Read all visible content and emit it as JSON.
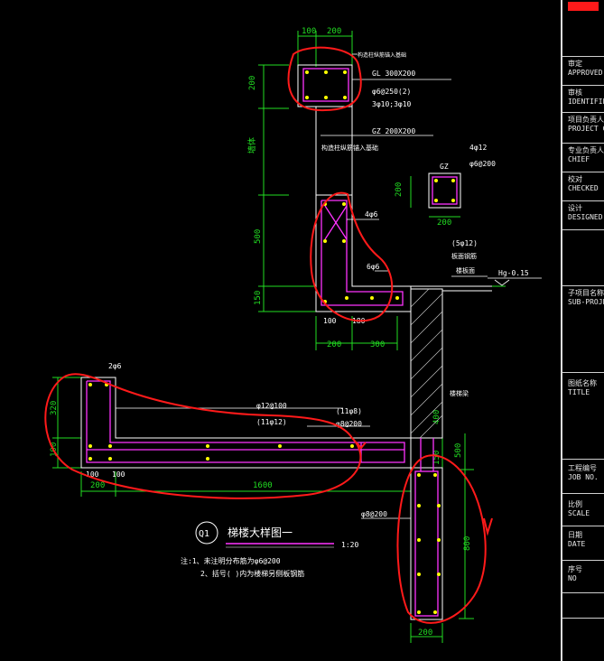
{
  "top": {
    "dim_100": "100",
    "dim_200": "200",
    "gl_label": "GL 300X200",
    "gl_stirrup": "φ6@250(2)",
    "gl_bars": "3φ10;3φ10",
    "dim_200_left": "200",
    "gz_label": "GZ 200X200",
    "gz_note": "构造柱纵筋锚入基础",
    "gz_small": "GZ",
    "gz_bars": "4φ12",
    "gz_stirrup": "φ6@200",
    "gz_dim_v": "200",
    "gz_dim_h": "200",
    "wall_label": "墙体",
    "dim_500": "500",
    "dim_150": "150",
    "bar_4phi6": "4φ6",
    "bar_6phi6": "6φ6",
    "bottom_100": "100",
    "bottom_180": "180",
    "dim_200_b": "200",
    "dim_300_b": "300",
    "top_bar": "(5φ12)",
    "top_bar_note": "板面钢筋",
    "slab_note": "楼板面",
    "level": "Hg-0.15",
    "stair_beam": "楼梯梁"
  },
  "slab": {
    "bar_2phi6": "2φ6",
    "dim_320": "320",
    "dim_100v": "100",
    "main_bar": "φ12@100",
    "main_bar2": "(11φ12)",
    "side_bar": "(11φ8)",
    "side_bar2": "φ8@200",
    "dim_100a": "100",
    "dim_100b": "100",
    "dim_200": "200",
    "dim_1600": "1600",
    "dim_400": "400",
    "dim_150": "150",
    "dim_500": "500"
  },
  "col": {
    "stirrup": "φ8@200",
    "dim_800": "800",
    "dim_200": "200"
  },
  "title": {
    "circle": "Q1",
    "name": "梯楼大样图一",
    "scale": "1:20",
    "note1": "注:1、未注明分布筋为φ6@200",
    "note2": "2、括号( )内为楼梯另侧板钢筋"
  },
  "titleblock": [
    {
      "zh": "审定",
      "en": "APPROVED"
    },
    {
      "zh": "审核",
      "en": "IDENTIFIED"
    },
    {
      "zh": "项目负责人",
      "en": "PROJECT CH"
    },
    {
      "zh": "专业负责人",
      "en": "CHIEF"
    },
    {
      "zh": "校对",
      "en": "CHECKED"
    },
    {
      "zh": "设计",
      "en": "DESIGNED"
    },
    {
      "zh": "子项目名称",
      "en": "SUB-PROJE"
    },
    {
      "zh": "图纸名称",
      "en": "TITLE"
    },
    {
      "zh": "工程编号",
      "en": "JOB NO."
    },
    {
      "zh": "比例",
      "en": "SCALE"
    },
    {
      "zh": "日期",
      "en": "DATE"
    },
    {
      "zh": "序号",
      "en": "NO"
    }
  ],
  "colors": {
    "dim": "#22dd22",
    "wall": "#ffffff",
    "rebar": "#ff33ff",
    "dot": "#ffff00",
    "circle": "#ff1a1a",
    "hatch": "#cccccc"
  }
}
